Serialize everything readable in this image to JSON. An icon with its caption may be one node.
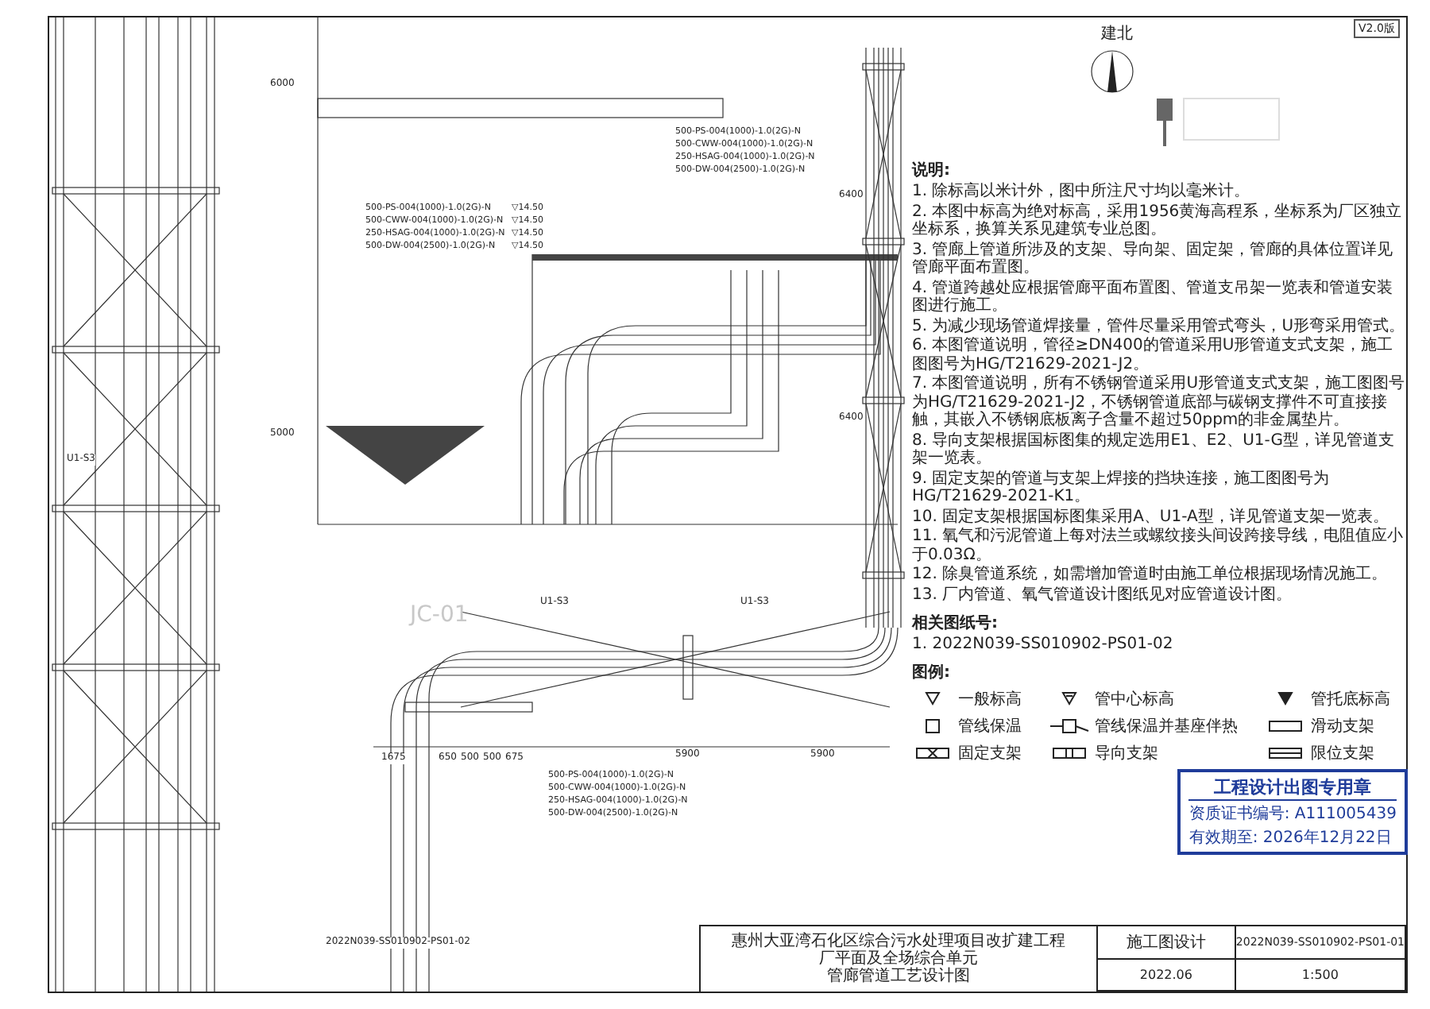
{
  "diagram": {
    "labels": [
      "V2.0版",
      "建北",
      "说明:",
      "1. 除标高以米计外，图中所注尺寸均以毫米计。",
      "2. 本图中标高为绝对标高，采用1956黄海高程系，坐标系为厂区独立坐标系，换算关系见建筑专业总图。",
      "3. 管廊上管道所涉及的支架、导向架、固定架，管廊的具体位置详见管廊平面布置图。",
      "4. 管道跨越处应根据管廊平面布置图、管道支吊架一览表和管道安装图进行施工。",
      "5. 为减少现场管道焊接量，管件尽量采用管式弯头，U形弯采用管式。",
      "6. 本图管道说明，管径≥DN400的管道采用U形管道支式支架，施工图图号为HG/T21629-2021-J2。",
      "7. 本图管道说明，所有不锈钢管道采用U形管道支式支架，施工图图号为HG/T21629-2021-J2，不锈钢管道底部与碳钢支撑件不可直接接触，其嵌入不锈钢底板离子含量不超过50ppm的非金属垫片。",
      "8. 导向支架根据国标图集的规定选用E1、E2、U1-G型，详见管道支架一览表。",
      "9. 固定支架的管道与支架上焊接的挡块连接，施工图图号为HG/T21629-2021-K1。",
      "10. 固定支架根据国标图集采用A、U1-A型，详见管道支架一览表。",
      "11. 氧气和污泥管道上每对法兰或螺纹接头间设跨接导线，电阻值应小于0.03Ω。",
      "12. 除臭管道系统，如需增加管道时由施工单位根据现场情况施工。",
      "13. 厂内管道、氧气管道设计图纸见对应管道设计图。",
      "相关图纸号:",
      "1. 2022N039-SS010902-PS01-02",
      "图例:",
      "工程设计出图专用章",
      "资质证书编号: A111005439",
      "有效期至: 2026年12月22日",
      "惠州大亚湾石化区综合污水处理项目改扩建工程",
      "厂平面及全场综合单元",
      "管廊管道工艺设计图",
      "施工图设计",
      "2022N039-SS010902-PS01-01",
      "2022.06",
      "1:500",
      "2022N039-SS010902-PS01-02",
      "500-PS-004(1000)-1.0(2G)-N",
      "500-CWW-004(1000)-1.0(2G)-N",
      "250-HSAG-004(1000)-1.0(2G)-N",
      "500-DW-004(2500)-1.0(2G)-N",
      "500-PS-004(1000)-1.0(2G)-N",
      "500-CWW-004(1000)-1.0(2G)-N",
      "250-HSAG-004(1000)-1.0(2G)-N",
      "500-DW-004(2500)-1.0(2G)-N",
      "▽14.50",
      "▽14.50",
      "▽14.50",
      "▽14.50",
      "500-PS-004(1000)-1.0(2G)-N",
      "500-CWW-004(1000)-1.0(2G)-N",
      "250-HSAG-004(1000)-1.0(2G)-N",
      "500-DW-004(2500)-1.0(2G)-N",
      "1675",
      "650",
      "500",
      "500",
      "675",
      "5900",
      "5900",
      "6000",
      "5000",
      "6400",
      "6400",
      "JC-01",
      "U1-S3",
      "U1-S3",
      "U1-S3"
    ],
    "legend": [
      {
        "text": "一般标高"
      },
      {
        "text": "管中心标高"
      },
      {
        "text": "管托底标高"
      },
      {
        "text": "管线保温"
      },
      {
        "text": "管线保温并基座伴热"
      },
      {
        "text": "滑动支架"
      },
      {
        "text": "固定支架"
      },
      {
        "text": "导向支架"
      },
      {
        "text": "限位支架"
      }
    ]
  }
}
